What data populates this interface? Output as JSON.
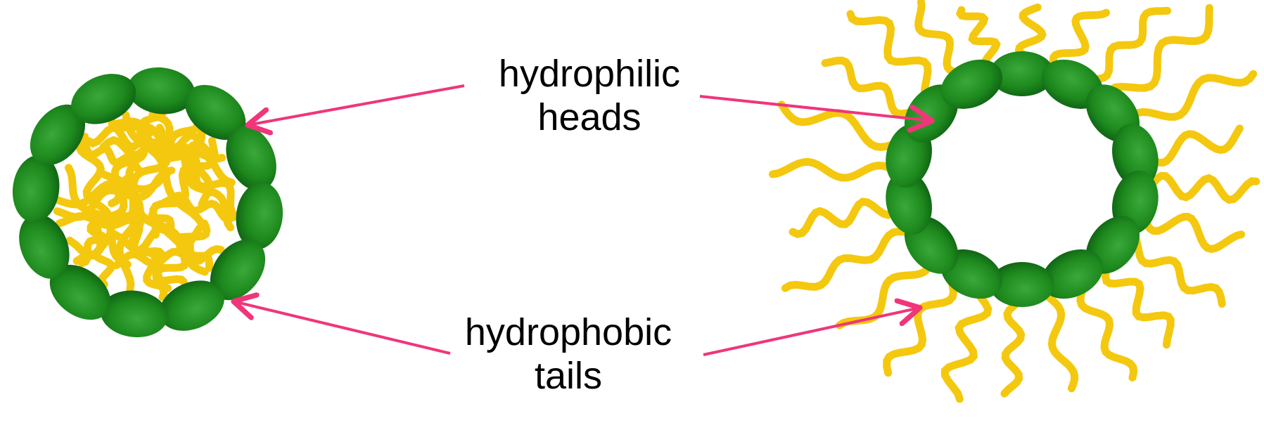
{
  "labels": {
    "heads": [
      "hydrophilic",
      "heads"
    ],
    "tails": [
      "hydrophobic",
      "tails"
    ]
  },
  "colors": {
    "head": "#1e8a1e",
    "head_dark": "#0f6a14",
    "tail": "#f4c80e",
    "arrow": "#f0357a"
  }
}
